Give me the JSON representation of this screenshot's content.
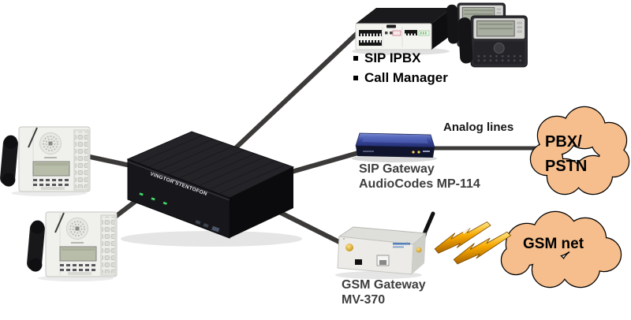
{
  "central_device": {
    "brand": "VINGTOR STENTOFON"
  },
  "ipbx": {
    "bullets": [
      "SIP IPBX",
      "Call Manager"
    ]
  },
  "sip_gateway": {
    "name": "SIP Gateway",
    "model": "AudioCodes MP-114"
  },
  "gsm_gateway": {
    "name": "GSM Gateway",
    "model": "MV-370"
  },
  "analog_link": {
    "label": "Analog lines"
  },
  "clouds": {
    "pbx": {
      "line1": "PBX/",
      "line2": "PSTN"
    },
    "gsm": {
      "label": "GSM net"
    }
  },
  "colors": {
    "cloud_fill": "#F6BE8C",
    "cloud_stroke": "#000000",
    "connection_line": "#3B3A39",
    "device_label": "#3E3E3E",
    "list_text": "#000000",
    "lightning_gold": "#F6A800"
  }
}
